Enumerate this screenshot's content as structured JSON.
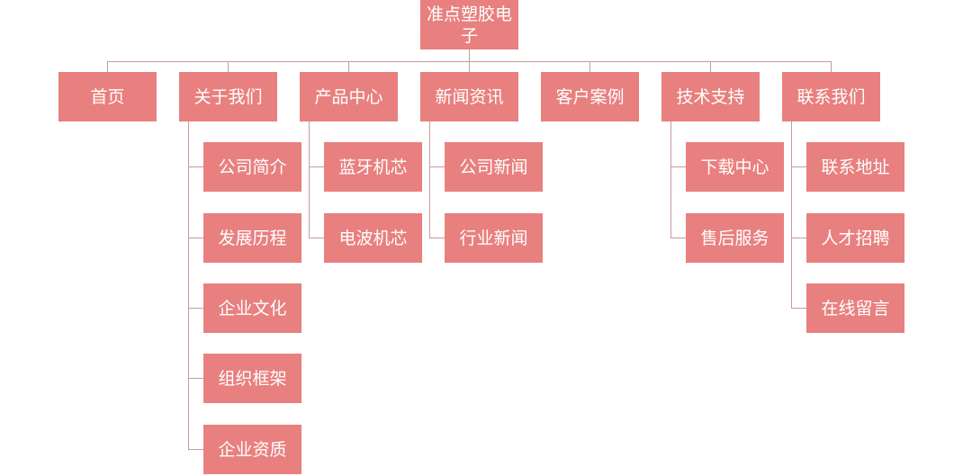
{
  "colors": {
    "node_fill": "#e8807f",
    "node_text": "#ffffff",
    "connector": "#c99a9a"
  },
  "root": {
    "label": "准点塑胶电子"
  },
  "sections": [
    {
      "label": "首页",
      "children": []
    },
    {
      "label": "关于我们",
      "children": [
        "公司简介",
        "发展历程",
        "企业文化",
        "组织框架",
        "企业资质"
      ]
    },
    {
      "label": "产品中心",
      "children": [
        "蓝牙机芯",
        "电波机芯"
      ]
    },
    {
      "label": "新闻资讯",
      "children": [
        "公司新闻",
        "行业新闻"
      ]
    },
    {
      "label": "客户案例",
      "children": []
    },
    {
      "label": "技术支持",
      "children": [
        "下载中心",
        "售后服务"
      ]
    },
    {
      "label": "联系我们",
      "children": [
        "联系地址",
        "人才招聘",
        "在线留言"
      ]
    }
  ]
}
